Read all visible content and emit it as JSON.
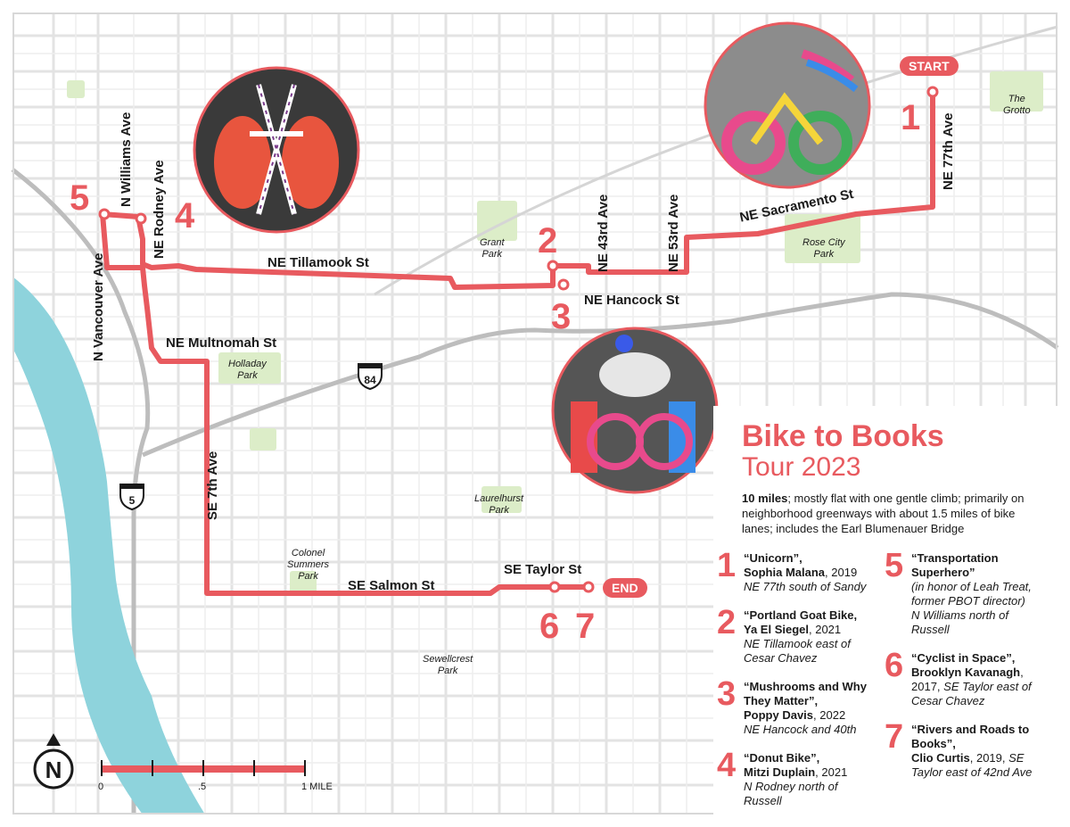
{
  "title": "Bike to Books",
  "subtitle": "Tour 2023",
  "description_bold": "10 miles",
  "description_rest": "; mostly flat with one gentle climb; primarily on neighborhood greenways with about 1.5 miles of bike lanes; includes the Earl Blumenauer Bridge",
  "start_label": "START",
  "end_label": "END",
  "north_label": "N",
  "scale": {
    "t0": "0",
    "t1": ".5",
    "t2": "1 MILE"
  },
  "highway_shields": {
    "i84": "84",
    "i5": "5"
  },
  "streets": {
    "tillamook": "NE Tillamook St",
    "hancock": "NE Hancock St",
    "multnomah": "NE Multnomah St",
    "sacramento": "NE Sacramento St",
    "salmon": "SE Salmon St",
    "taylor": "SE Taylor St",
    "vancouver": "N Vancouver Ave",
    "williams": "N Williams Ave",
    "rodney": "NE Rodney Ave",
    "ave43": "NE 43rd Ave",
    "ave53": "NE 53rd Ave",
    "ave77": "NE 77th Ave",
    "ave7": "SE 7th Ave"
  },
  "parks": {
    "grotto_1": "The",
    "grotto_2": "Grotto",
    "grant_1": "Grant",
    "grant_2": "Park",
    "rosecity_1": "Rose City",
    "rosecity_2": "Park",
    "holladay_1": "Holladay",
    "holladay_2": "Park",
    "laurelhurst_1": "Laurelhurst",
    "laurelhurst_2": "Park",
    "colonel_1": "Colonel",
    "colonel_2": "Summers",
    "colonel_3": "Park",
    "sewellcrest_1": "Sewellcrest",
    "sewellcrest_2": "Park"
  },
  "stops": {
    "s1": "1",
    "s2": "2",
    "s3": "3",
    "s4": "4",
    "s5": "5",
    "s6": "6",
    "s7": "7"
  },
  "legend": [
    {
      "num": "1",
      "name_1": "“Unicorn”,",
      "name_2": "Sophia Malana",
      "year": ", 2019",
      "loc": "NE 77th south of Sandy"
    },
    {
      "num": "2",
      "name_1": "“Portland Goat Bike,",
      "name_2": "Ya El Siegel",
      "year": ", 2021",
      "loc": "NE Tillamook east of Cesar Chavez"
    },
    {
      "num": "3",
      "name_1": "“Mushrooms and Why They Matter”,",
      "name_2": "Poppy Davis",
      "year": ", 2022",
      "loc": "NE Hancock and 40th"
    },
    {
      "num": "4",
      "name_1": "“Donut Bike”,",
      "name_2": "Mitzi Duplain",
      "year": ", 2021",
      "loc": "N Rodney north of Russell"
    },
    {
      "num": "5",
      "name_1": "“Transportation Superhero”",
      "name_2": "(in honor of Leah Treat, former PBOT director)",
      "year": "",
      "loc": "N Williams north of Russell"
    },
    {
      "num": "6",
      "name_1": "“Cyclist in Space”,",
      "name_2": "Brooklyn Kavanagh",
      "year": ", 2017, ",
      "loc": "SE Taylor east of Cesar Chavez"
    },
    {
      "num": "7",
      "name_1": "“Rivers and Roads to Books”,",
      "name_2": "Clio Curtis",
      "year": ", 2019, ",
      "loc": "SE Taylor east of 42nd Ave"
    }
  ],
  "colors": {
    "route": "#e85a5f",
    "river": "#8ed3dc",
    "road": "#d9d9d9",
    "park": "#dcedc8",
    "freeway": "#bdbdbd"
  }
}
